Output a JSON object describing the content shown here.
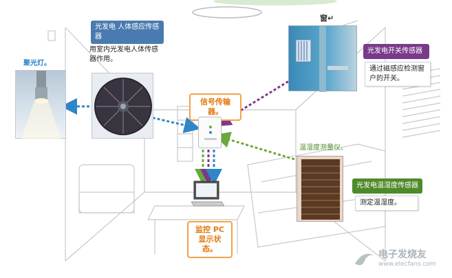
{
  "sensor_top": {
    "title": "光发电 人体感应传感器",
    "desc": "用室内光发电人体传感器作用。"
  },
  "lamp": {
    "label": "聚光灯。"
  },
  "window": {
    "title": "窗↵",
    "callout": "光发电开关传感器",
    "desc": "通过磁感应检测窗户的开关。"
  },
  "receiver": {
    "label": "信号传输器。"
  },
  "humidity": {
    "title": "温湿度测量仪。",
    "callout": "光发电温湿度传感器",
    "desc": "测定温湿度。"
  },
  "pc": {
    "label": "监控 PC 显示状态。"
  },
  "watermark": {
    "chinese": "电子发烧友",
    "site": "www.elecfans.com"
  },
  "colors": {
    "arrow_blue": "#2f86c9",
    "arrow_purple": "#7a3a8a",
    "arrow_green": "#6aa83a",
    "callout_blue": "#4a7bb0",
    "callout_purple": "#7a3a8a",
    "callout_green": "#4f8a2a",
    "orange": "#f2a24a"
  }
}
